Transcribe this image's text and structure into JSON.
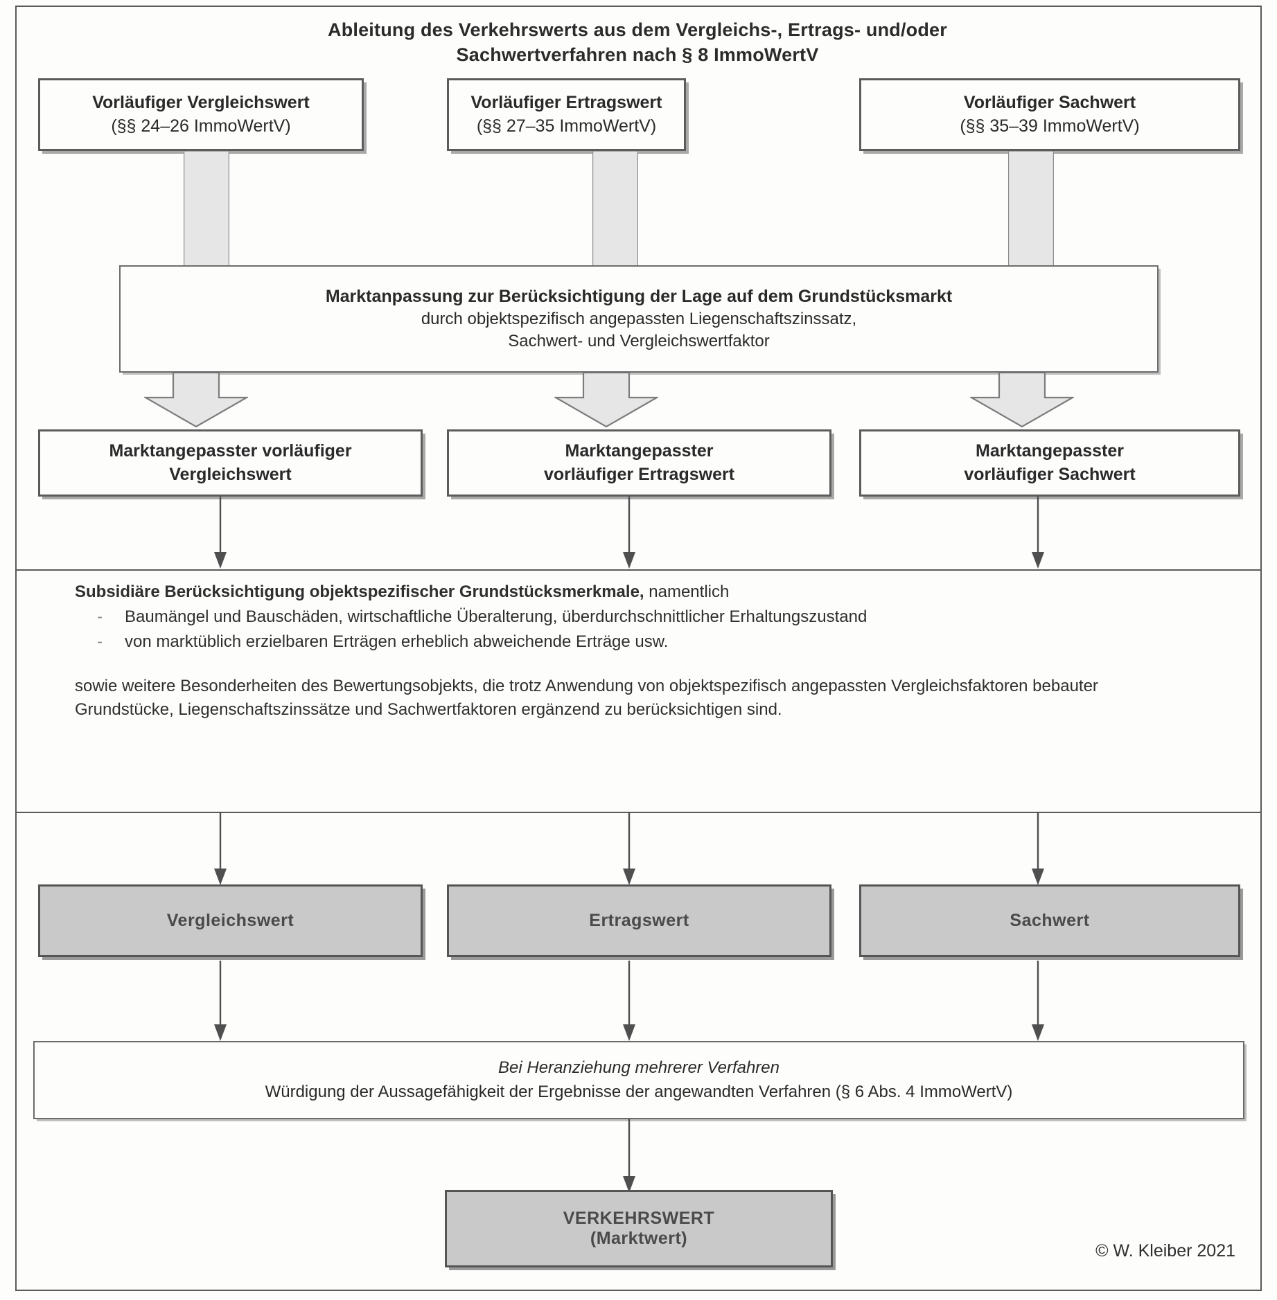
{
  "diagram": {
    "title_line1": "Ableitung des Verkehrswerts aus dem Vergleichs-, Ertrags- und/oder",
    "title_line2": "Sachwertverfahren nach § 8 ImmoWertV",
    "copyright": "© W. Kleiber 2021"
  },
  "row_preliminary": [
    {
      "name": "vorlaeufiger-vergleichswert",
      "line1": "Vorläufiger Vergleichswert",
      "line2": "(§§ 24–26 ImmoWertV)"
    },
    {
      "name": "vorlaeufiger-ertragswert",
      "line1": "Vorläufiger Ertragswert",
      "line2": "(§§ 27–35 ImmoWertV)"
    },
    {
      "name": "vorlaeufiger-sachwert",
      "line1": "Vorläufiger Sachwert",
      "line2": "(§§ 35–39 ImmoWertV)"
    }
  ],
  "marktanpassung": {
    "line1": "Marktanpassung zur Berücksichtigung der Lage auf dem Grundstücksmarkt",
    "line2": "durch objektspezifisch angepassten Liegenschaftszinssatz,",
    "line3": "Sachwert- und Vergleichswertfaktor"
  },
  "row_adjusted": [
    {
      "name": "marktangepasster-vergleichswert",
      "line1": "Marktangepasster vorläufiger",
      "line2": "Vergleichswert"
    },
    {
      "name": "marktangepasster-ertragswert",
      "line1": "Marktangepasster",
      "line2": "vorläufiger Ertragswert"
    },
    {
      "name": "marktangepasster-sachwert",
      "line1": "Marktangepasster",
      "line2": "vorläufiger Sachwert"
    }
  ],
  "subsidiary": {
    "heading": "Subsidiäre Berücksichtigung objektspezifischer Grundstücksmerkmale,",
    "heading_tail": " namentlich",
    "bullet_marker": "-",
    "bullets": [
      "Baumängel und Bauschäden, wirtschaftliche Überalterung, überdurchschnittlicher Erhaltungszustand",
      "von marktüblich erzielbaren Erträgen erheblich abweichende Erträge usw."
    ],
    "paragraph": "sowie weitere Besonderheiten des Bewertungsobjekts, die trotz Anwendung von objektspezifisch angepassten Vergleichsfaktoren bebauter Grundstücke, Liegenschaftszinssätze und Sachwertfaktoren ergänzend zu berücksichtigen sind."
  },
  "row_results": [
    {
      "name": "vergleichswert",
      "label": "Vergleichswert"
    },
    {
      "name": "ertragswert",
      "label": "Ertragswert"
    },
    {
      "name": "sachwert",
      "label": "Sachwert"
    }
  ],
  "heranziehung": {
    "line1": "Bei Heranziehung mehrerer Verfahren",
    "line2": "Würdigung der Aussagefähigkeit der Ergebnisse der angewandten Verfahren (§ 6 Abs. 4 ImmoWertV)"
  },
  "verkehrswert": {
    "line1": "VERKEHRSWERT",
    "line2": "(Marktwert)"
  },
  "colors": {
    "frame": "#5a5a5a",
    "box_border": "#6d6d6d",
    "gray_fill": "#c9c9c9",
    "arrow_fill": "#e2e2e2",
    "text": "#2a2a2a"
  }
}
